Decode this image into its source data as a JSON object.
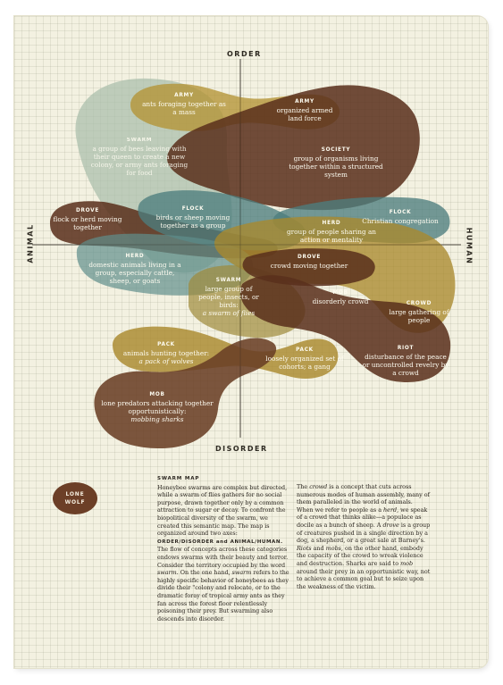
{
  "axes": {
    "top": "ORDER",
    "bottom": "DISORDER",
    "left": "ANIMAL",
    "right": "HUMAN"
  },
  "colors": {
    "brown": "#5a301c",
    "mustard": "#a9892d",
    "teal": "#4d7e7d",
    "sage": "#9fb5a0",
    "page": "#f3f1e1"
  },
  "regions": {
    "army_animal": {
      "title": "ARMY",
      "desc": "ants foraging together as a mass"
    },
    "army_human": {
      "title": "ARMY",
      "desc": "organized armed land force"
    },
    "swarm_order": {
      "title": "SWARM",
      "desc": "a group of bees leaving with their queen to create a new colony, or army ants foraging for food"
    },
    "society": {
      "title": "SOCIETY",
      "desc": "group of organisms living together within a structured system"
    },
    "drove_animal": {
      "title": "DROVE",
      "desc": "flock or herd moving together"
    },
    "flock_animal": {
      "title": "FLOCK",
      "desc": "birds or sheep moving together as a group"
    },
    "flock_human": {
      "title": "FLOCK",
      "desc": "Christian congregation"
    },
    "herd_human": {
      "title": "HERD",
      "desc": "group of people sharing an action or mentality"
    },
    "herd_animal": {
      "title": "HERD",
      "desc": "domestic animals living in a group, especially cattle, sheep, or goats"
    },
    "drove_human": {
      "title": "DROVE",
      "desc": "crowd moving together"
    },
    "swarm_disorder": {
      "title": "SWARM",
      "desc": "large group of people, insects, or birds:",
      "em": "a swarm of flies"
    },
    "mob_human": {
      "title": "MOB",
      "desc": "disorderly crowd"
    },
    "crowd": {
      "title": "CROWD",
      "desc": "large gathering of people"
    },
    "pack_animal": {
      "title": "PACK",
      "desc": "animals hunting together:",
      "em": "a pack of wolves"
    },
    "pack_human": {
      "title": "PACK",
      "desc": "loosely organized set of cohorts; a gang"
    },
    "riot": {
      "title": "RIOT",
      "desc": "disturbance of the peace or uncontrolled revelry by a crowd"
    },
    "mob_animal": {
      "title": "MOB",
      "desc": "lone predators attacking together opportunistically:",
      "em": "mobbing sharks"
    }
  },
  "lone_wolf": {
    "line1": "LONE",
    "line2": "WOLF"
  },
  "text": {
    "heading": "SWARM MAP",
    "col1_a": "Honeybee swarms are complex but directed, while a swarm of flies gathers for no social purpose, drawn together only by a common attraction to sugar or decay. To confront the biopolitical diversity of the swarm, we created this semantic map. The map is organized around two axes: ",
    "col1_axes": "ORDER/DISORDER and ANIMAL/HUMAN.",
    "col1_b": " The flow of concepts across these categories endows swarms with their beauty and terror. Consider the territory occupied by the word ",
    "col1_em1": "swarm.",
    "col1_c": " On the one hand, ",
    "col1_em2": "swarm",
    "col1_d": " refers to the highly specific behavior of honeybees as they divide their \"colony and relocate, or to the dramatic foray of tropical army ants as they fan across the forest floor relentlessly poisoning their prey. But swarming also descends into disorder.",
    "col2_a": "The ",
    "col2_em1": "crowd",
    "col2_b": " is a concept that cuts across numerous modes of human assembly, many of them paralleled in the world of animals. When we refer to people as a ",
    "col2_em2": "herd,",
    "col2_c": " we speak of a crowd that thinks alike—a populace as docile as a bunch of sheep. A ",
    "col2_em3": "drove",
    "col2_d": " is a group of creatures pushed in a single direction by a dog, a shepherd, or a great sale at Barney's. ",
    "col2_em4": "Riots",
    "col2_e": " and ",
    "col2_em5": "mobs,",
    "col2_f": " on the other hand, embody the capacity of the crowd to wreak violence and destruction. Sharks are said to ",
    "col2_em6": "mob",
    "col2_g": " around their prey in an opportunistic way, not to achieve a common goal but to seize upon the weakness of the victim."
  }
}
